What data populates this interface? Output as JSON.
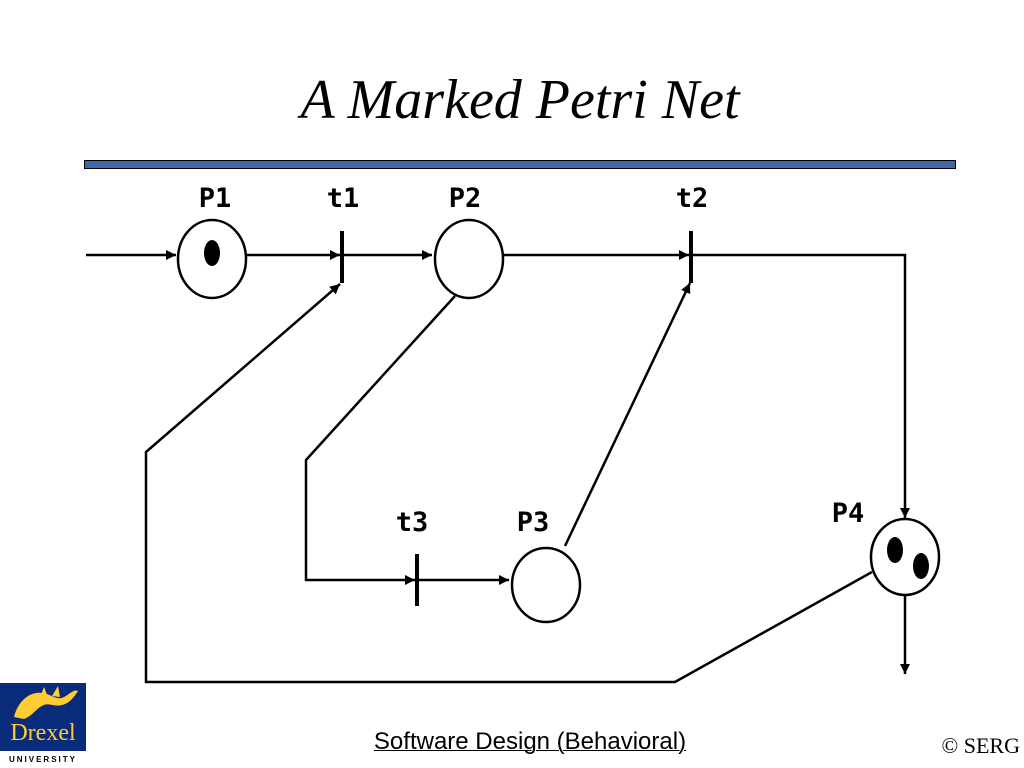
{
  "slide": {
    "title": "A Marked Petri Net",
    "footer_center": "Software Design (Behavioral)",
    "footer_right": "© SERG",
    "logo_text": "Drexel",
    "logo_subtext": "UNIVERSITY",
    "rule_color": "#3d6aa8"
  },
  "petri_net": {
    "places": [
      {
        "id": "P1",
        "label": "P1",
        "tokens": 1
      },
      {
        "id": "P2",
        "label": "P2",
        "tokens": 0
      },
      {
        "id": "P3",
        "label": "P3",
        "tokens": 0
      },
      {
        "id": "P4",
        "label": "P4",
        "tokens": 2
      }
    ],
    "transitions": [
      {
        "id": "t1",
        "label": "t1"
      },
      {
        "id": "t2",
        "label": "t2"
      },
      {
        "id": "t3",
        "label": "t3"
      }
    ],
    "arcs": [
      {
        "from": "source",
        "to": "P1"
      },
      {
        "from": "P1",
        "to": "t1"
      },
      {
        "from": "t1",
        "to": "P2"
      },
      {
        "from": "P2",
        "to": "t2"
      },
      {
        "from": "t2",
        "to": "P4"
      },
      {
        "from": "P2",
        "to": "t3"
      },
      {
        "from": "t3",
        "to": "P3"
      },
      {
        "from": "P3",
        "to": "t2"
      },
      {
        "from": "P4",
        "to": "t1"
      },
      {
        "from": "P4",
        "to": "sink"
      }
    ]
  }
}
